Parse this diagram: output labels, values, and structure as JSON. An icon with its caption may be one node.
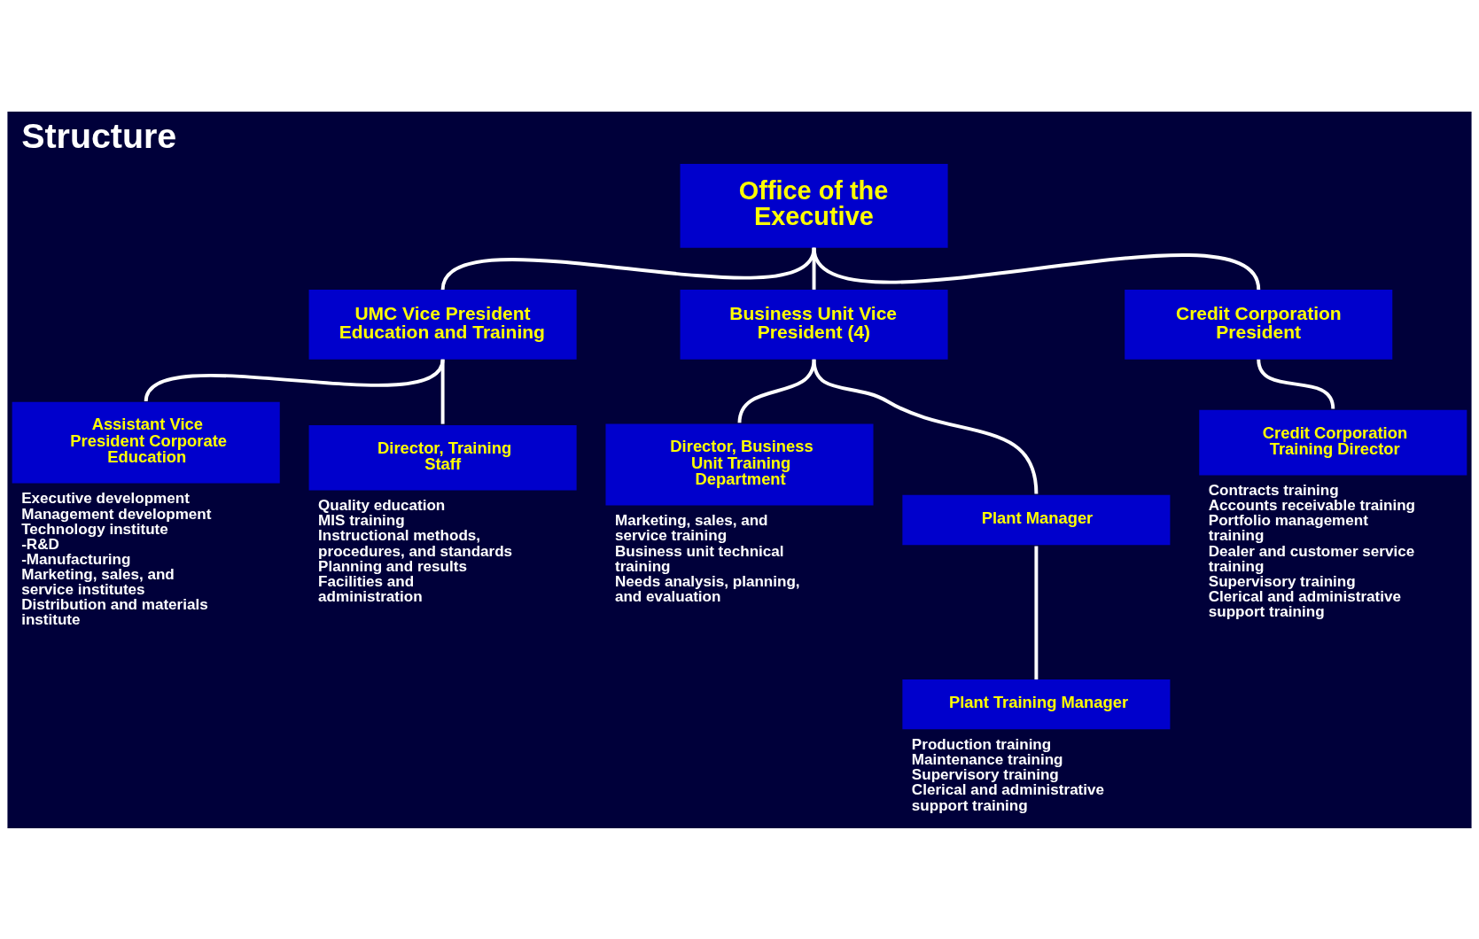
{
  "diagram": {
    "title": "Structure",
    "nodes": [
      {
        "text": [
          "Office of the Executive"
        ]
      },
      {
        "text": [
          "UMC Vice President Education and Training"
        ]
      },
      {
        "text": [
          "Business Unit Vice President (4)"
        ]
      },
      {
        "text": [
          "Credit Corporation President"
        ]
      },
      {
        "text": [
          "Assistant Vice President Corporate Education"
        ],
        "beside": [
          "Executive development",
          "Management development",
          "Technology institute",
          "-R&D",
          "-Manufacturing",
          "Marketing, sales, and service institutes",
          "Distribution and materials institute"
        ]
      },
      {
        "text": [
          "Director, Training Staff"
        ],
        "beside": [
          "Quality education",
          "MIS training",
          "Instructional methods, procedures, and standards",
          "Planning and results",
          "Facilities and administration"
        ]
      },
      {
        "text": [
          "Director, Business Unit Training Department"
        ],
        "beside": [
          "Marketing, sales, and service training",
          "Business unit technical training",
          "Needs analysis, planning, and evaluation"
        ]
      },
      {
        "text": [
          "Plant Manager"
        ]
      },
      {
        "text": [
          "Plant Training Manager"
        ],
        "beside": [
          "Production training",
          "Maintenance training",
          "Supervisory training",
          "Clerical and administrative support training"
        ]
      },
      {
        "text": [
          "Credit Corporation Training Director"
        ],
        "beside": [
          "Contracts training",
          "Accounts receivable training",
          "Portfolio management training",
          "Dealer and customer service training",
          "Supervisory training",
          "Clerical and administrative support training"
        ]
      }
    ],
    "edges": [
      {
        "from": 0,
        "to": 1,
        "arrow": "none"
      },
      {
        "from": 0,
        "to": 2,
        "arrow": "none"
      },
      {
        "from": 0,
        "to": 3,
        "arrow": "none"
      },
      {
        "from": 1,
        "to": 4,
        "arrow": "none"
      },
      {
        "from": 1,
        "to": 5,
        "arrow": "none"
      },
      {
        "from": 2,
        "to": 6,
        "arrow": "none"
      },
      {
        "from": 2,
        "to": 7,
        "arrow": "none"
      },
      {
        "from": 7,
        "to": 8,
        "arrow": "none"
      },
      {
        "from": 3,
        "to": 9,
        "arrow": "none"
      }
    ]
  }
}
